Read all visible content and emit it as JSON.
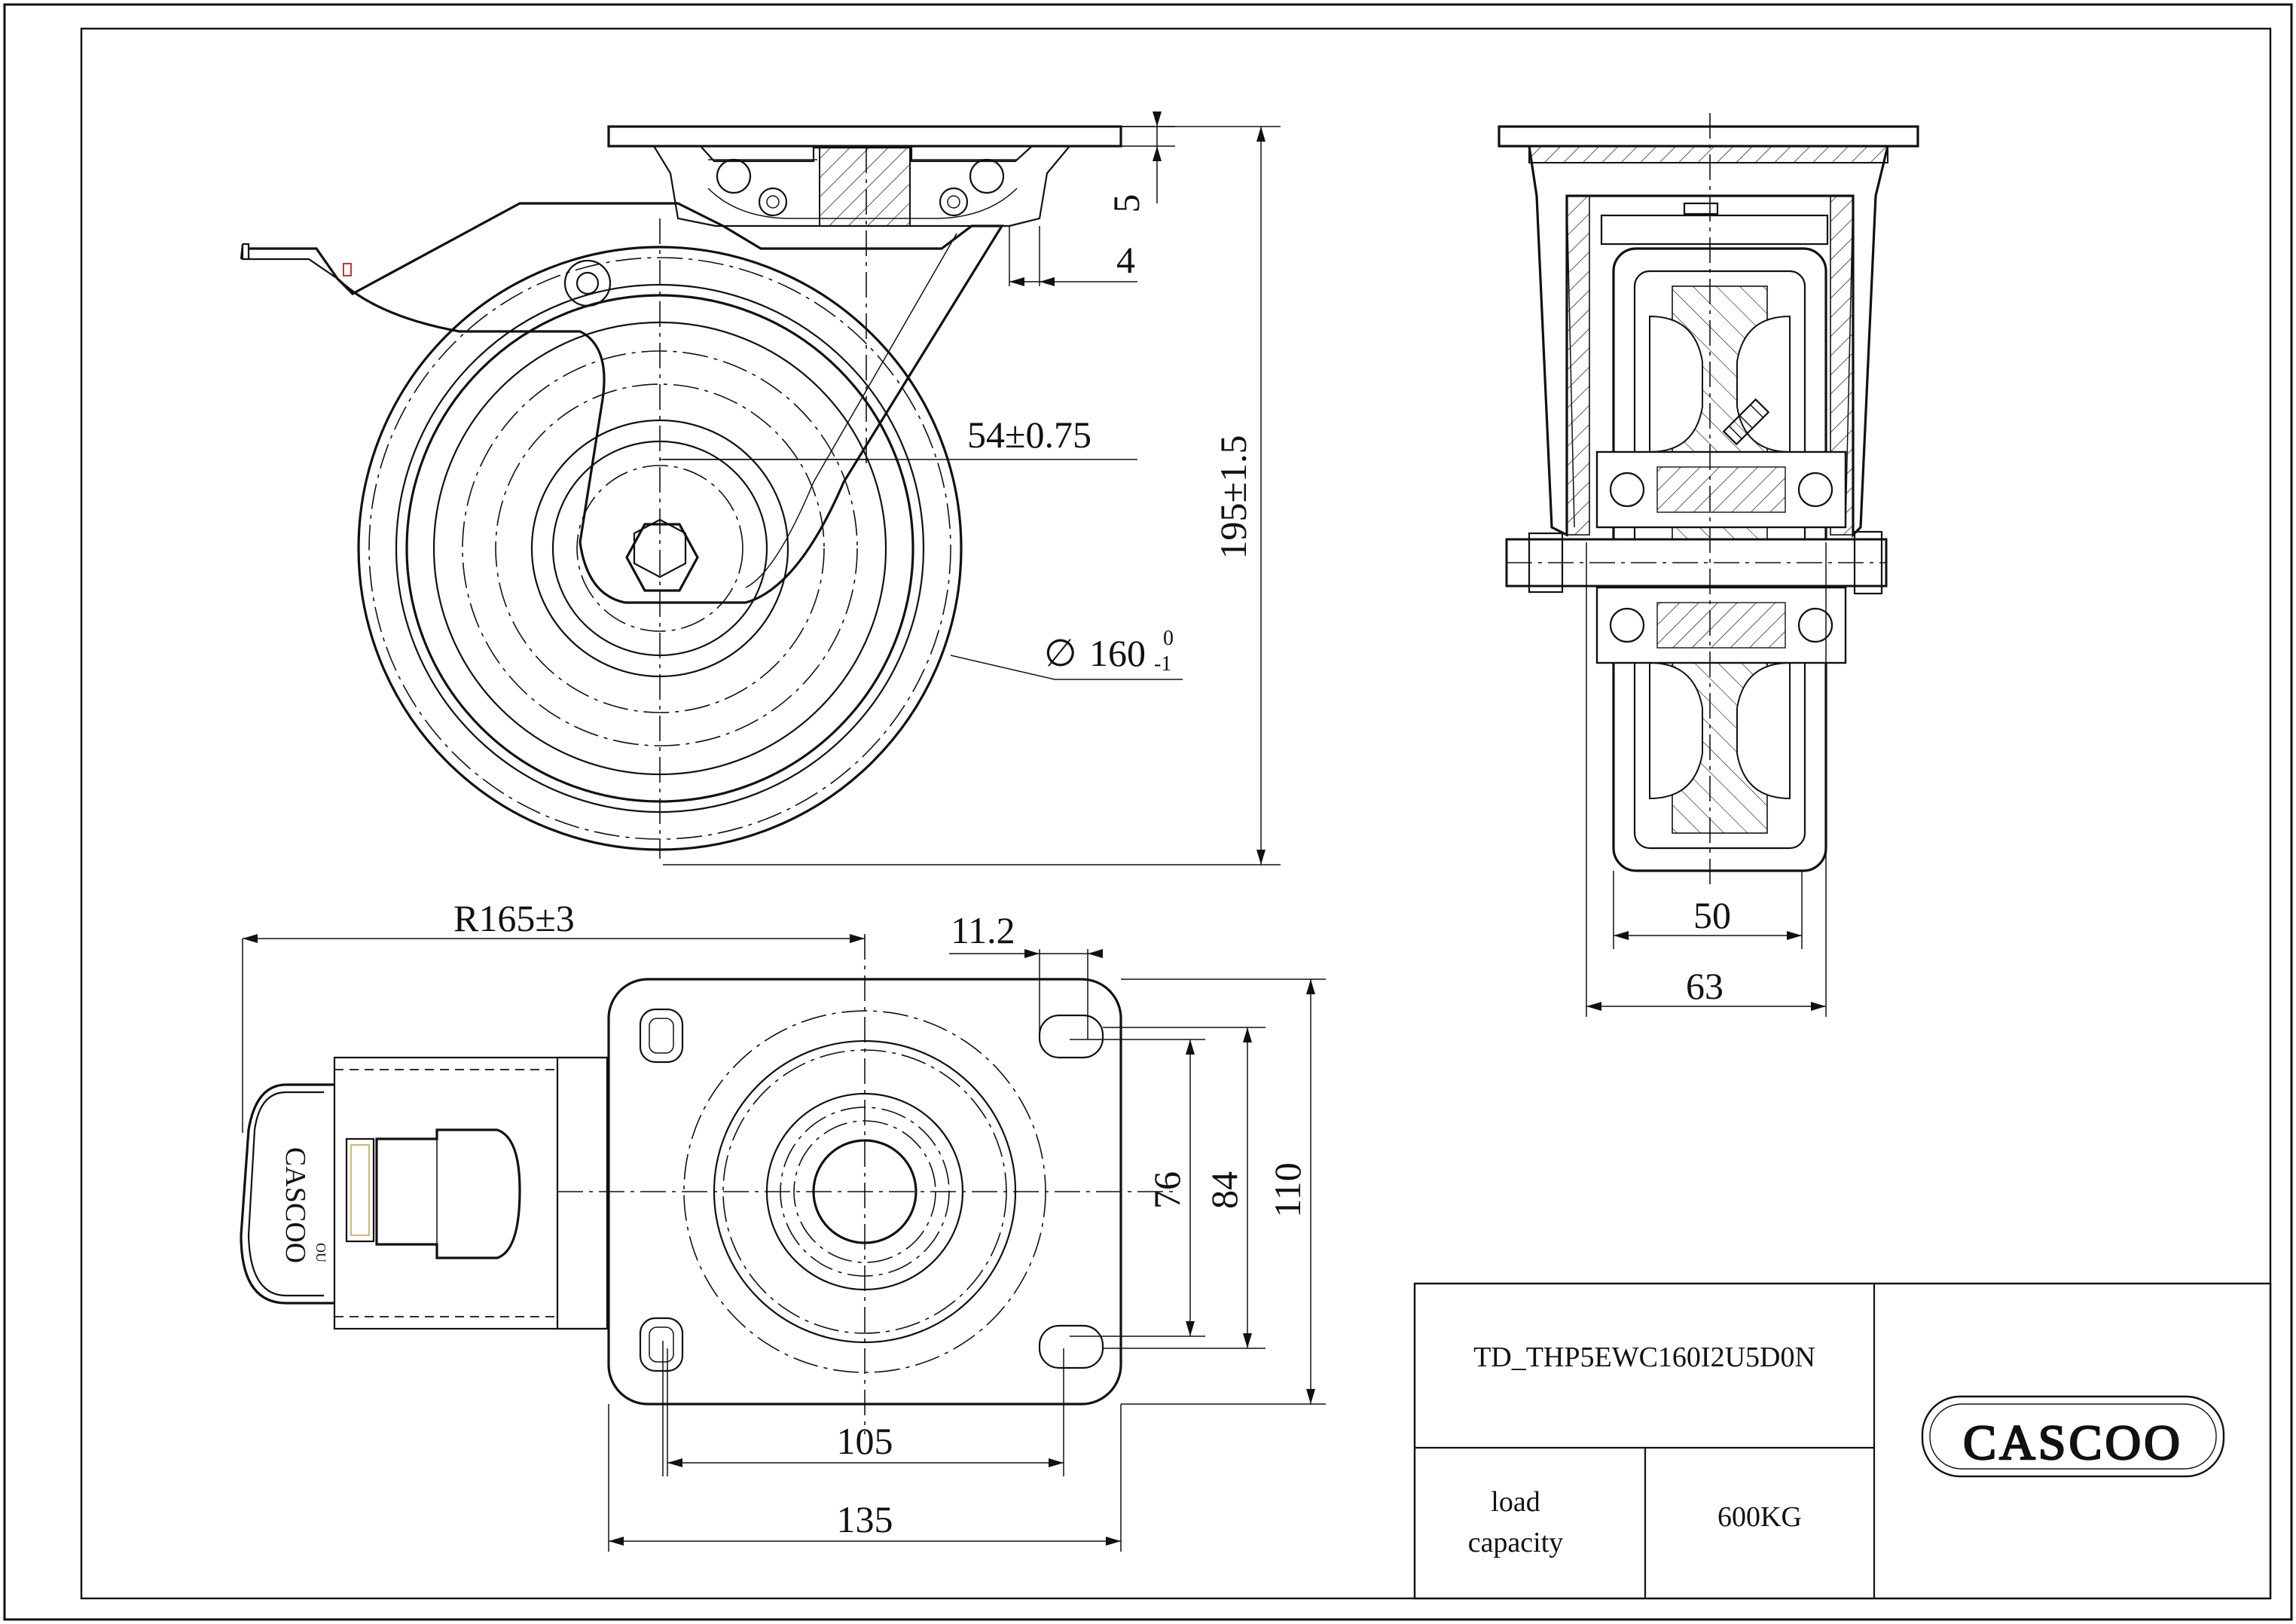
{
  "drawing": {
    "dimensions": {
      "plate_offset": "5",
      "flange_offset": "4",
      "swivel_offset": "54±0.75",
      "overall_height": "195±1.5",
      "wheel_diameter_symbol": "∅",
      "wheel_diameter": "160",
      "wheel_diameter_tol_upper": "0",
      "wheel_diameter_tol_lower": "-1",
      "swivel_radius": "R165±3",
      "slot_offset": "11.2",
      "wheel_width": "50",
      "bracket_width": "63",
      "hole_spacing_short_a": "76",
      "hole_spacing_short_b": "84",
      "plate_width": "110",
      "hole_spacing_long": "105",
      "plate_length": "135"
    },
    "brake_logo": "CASCOO",
    "brake_mark": "OU"
  },
  "title_block": {
    "part_number": "TD_THP5EWC160I2U5D0N",
    "load_label_line1": "load",
    "load_label_line2": "capacity",
    "load_value": "600KG",
    "brand_logo": "CASCOO"
  }
}
